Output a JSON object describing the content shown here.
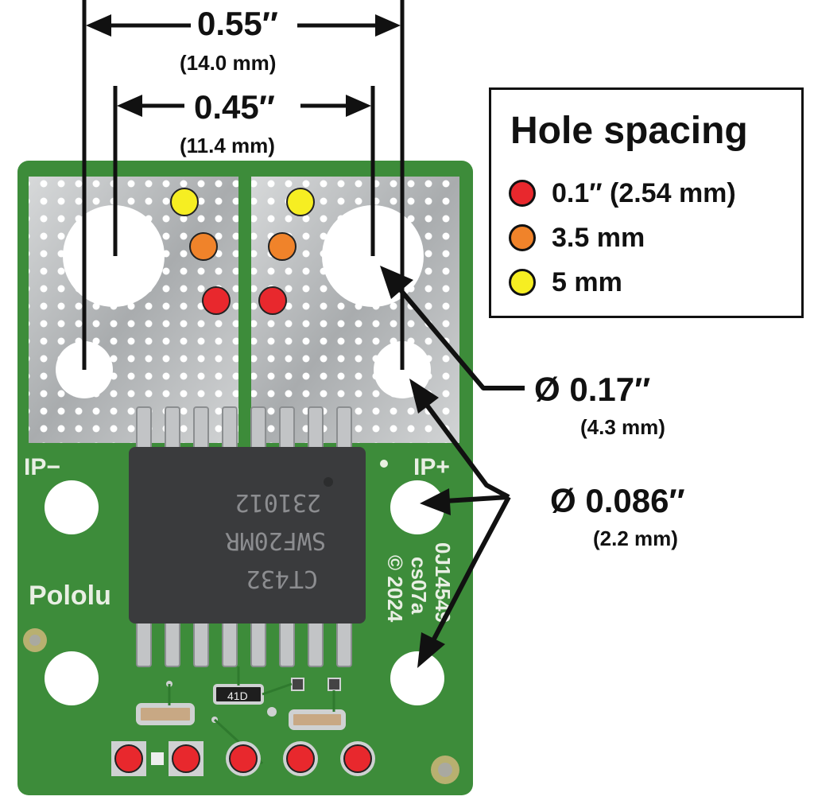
{
  "dimensions": {
    "outer_spacing": {
      "inches": "0.55″",
      "mm": "(14.0 mm)"
    },
    "inner_spacing": {
      "inches": "0.45″",
      "mm": "(11.4 mm)"
    },
    "large_hole": {
      "inches": "Ø 0.17″",
      "mm": "(4.3 mm)"
    },
    "small_hole": {
      "inches": "Ø 0.086″",
      "mm": "(2.2 mm)"
    }
  },
  "legend": {
    "title": "Hole spacing",
    "items": [
      {
        "label": "0.1″ (2.54 mm)",
        "color": "#e8282d"
      },
      {
        "label": "3.5 mm",
        "color": "#f0832a"
      },
      {
        "label": "5 mm",
        "color": "#f6ee22"
      }
    ]
  },
  "board": {
    "label_ip_minus": "IP−",
    "label_ip_plus": "IP+",
    "brand": "Pololu",
    "chip_line1": "231012",
    "chip_line2": "SWF20MR",
    "chip_line3": "CT432",
    "board_code1": "0J14549",
    "board_code2": "cs07a",
    "copyright": "© 2024",
    "resistor_code": "41D",
    "colors": {
      "pcb": "#3d8c3a",
      "pad": "#c9cbcc",
      "chip": "#3a3b3d"
    }
  }
}
